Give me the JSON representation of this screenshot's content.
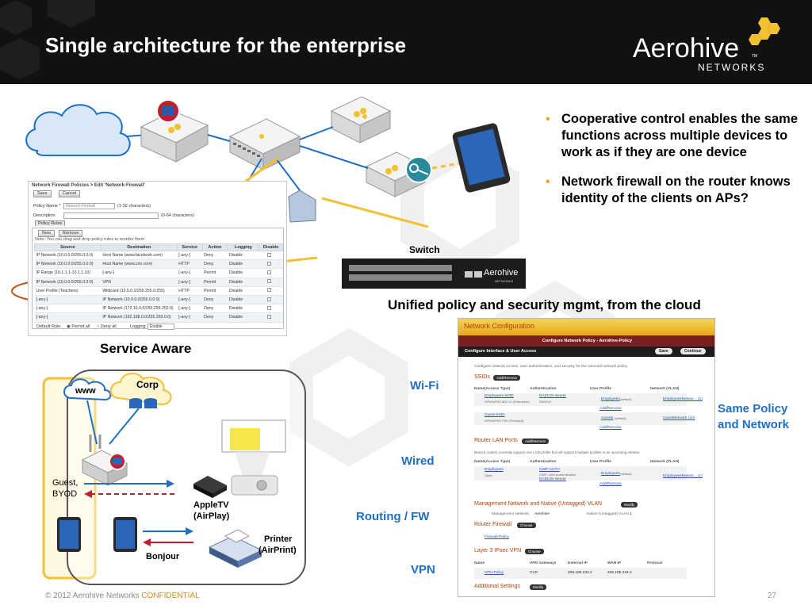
{
  "slide": {
    "title": "Single architecture for the enterprise",
    "logo_word": "Aerohive",
    "logo_sub": "NETWORKS",
    "logo_tm": "TM"
  },
  "bullets": [
    "Cooperative control enables the same functions across multiple devices to work as if they are one device",
    "Network firewall on the router knows identity of the clients on APs?"
  ],
  "labels": {
    "switch": "Switch",
    "switch_brand": "Aerohive",
    "switch_brand_sub": "NETWORKS",
    "unified": "Unified policy and security mgmt, from the cloud",
    "service_aware": "Service Aware",
    "wifi": "Wi-Fi",
    "wired": "Wired",
    "routing": "Routing / FW",
    "vpn": "VPN",
    "same_policy_1": "Same Policy",
    "same_policy_2": "and Network",
    "www": "www",
    "corp": "Corp",
    "guest_1": "Guest,",
    "guest_2": "BYOD",
    "appletv_1": "AppleTV",
    "appletv_2": "(AirPlay)",
    "printer_1": "Printer",
    "printer_2": "(AirPrint)",
    "bonjour": "Bonjour"
  },
  "firewall": {
    "title": "Network Firewall Policies > Edit 'Network-Firewall'",
    "save": "Save",
    "cancel": "Cancel",
    "policy_name_label": "Policy Name *",
    "policy_name_value": "Network-Firewall",
    "policy_name_hint": "(1-32 characters)",
    "description_label": "Description",
    "description_hint": "(0-64 characters)",
    "policy_rules_tab": "Policy Rules",
    "new": "New",
    "remove": "Remove",
    "note": "Note: You can drag and drop policy rules to reorder them",
    "columns": [
      "Source",
      "Destination",
      "Service",
      "Action",
      "Logging",
      "Disable"
    ],
    "rows": [
      [
        "IP Network (10.0.0.0/255.0.0.0)",
        "Host Name (www.facebook.com)",
        "[-any-]",
        "Deny",
        "Disable"
      ],
      [
        "IP Network (10.0.0.0/255.0.0.0)",
        "Host Name (www.cnn.com)",
        "HTTP",
        "Deny",
        "Disable"
      ],
      [
        "IP Range (10.1.1.1-10.1.1.10)",
        "[-any-]",
        "[-any-]",
        "Permit",
        "Disable"
      ],
      [
        "IP Network (10.0.0.0/255.0.0.0)",
        "VPN",
        "[-any-]",
        "Permit",
        "Disable"
      ],
      [
        "User Profile (Teachers)",
        "Wildcard (10.5.0.1/255.255.0.255)",
        "HTTP",
        "Permit",
        "Disable"
      ],
      [
        "[-any-]",
        "IP Network (10.0.0.0/255.0.0.0)",
        "[-any-]",
        "Deny",
        "Disable"
      ],
      [
        "[-any-]",
        "IP Network (172.16.0.0/255.255.252.0)",
        "[-any-]",
        "Deny",
        "Disable"
      ],
      [
        "[-any-]",
        "IP Network (192.168.0.0/255.255.0.0)",
        "[-any-]",
        "Deny",
        "Disable"
      ]
    ],
    "default_rule_label": "Default Rule:",
    "permit_all": "Permit all",
    "deny_all": "Deny all",
    "logging_label": "Logging",
    "logging_value": "Enable"
  },
  "netconf": {
    "top": "Network Configuration",
    "bar1": "Configure Network Policy - Aerohive-Policy",
    "bar2": "Configure Interface & User Access",
    "save": "Save",
    "continue": "Continue",
    "intro": "Configure network access, user authentication, and security for the selected network policy.",
    "ssids": "SSIDs",
    "add_remove": "Add/Remove",
    "col_name": "Name(Access Type)",
    "col_auth": "Authentication",
    "col_user": "User Profile",
    "col_net": "Network (VLAN)",
    "ssid1_name": "Employees-SSID",
    "ssid1_type": "WPA/WPA2 802.1X (Enterprise)",
    "ssid1_auth": "RADIUS-Server",
    "ssid1_auth_sub": "RADIUS",
    "ssid1_user": "Employees",
    "ssid1_default": "(default)",
    "ssid1_net": "EmployeesNetwor... (1)",
    "ssid2_name": "Guest-SSID",
    "ssid2_type": "WPA/WPA2 PSK (Personal)",
    "ssid2_user": "Guests",
    "ssid2_default": "(default)",
    "ssid2_net": "GuestNetwork (10)",
    "router_lan": "Router LAN Ports",
    "router_note": "Branch routers currently support one LAN profile but will support multiple profiles in an upcoming release.",
    "lan_name": "Employees",
    "lan_type": "Open",
    "lan_auth": "CWP-AUTH",
    "lan_auth_sub": "CWP: User Authentication",
    "lan_auth2": "RADIUS-Server",
    "lan_user": "Employees",
    "lan_default": "(default)",
    "lan_net": "EmployeesNetwor... (1)",
    "mgmt": "Management Network and Native (Untagged) VLAN",
    "modify": "Modify",
    "mgmt_net_label": "Management Network",
    "mgmt_net_val": "Aerohive",
    "native_label": "Native (Untagged) VLAN",
    "native_val": "1",
    "router_fw": "Router Firewall",
    "choose": "Choose",
    "fw_policy": "Firewall-Policy",
    "l3vpn": "Layer 3 IPsec VPN",
    "vpn_cols": [
      "Name",
      "VPN Gateways",
      "External IP",
      "WAN IP",
      "Protocol"
    ],
    "vpn_row": [
      "VPN-Policy",
      "CVG",
      "206.195.234.2",
      "206.195.234.2",
      ""
    ],
    "additional": "Additional Settings",
    "add_remove_link": "Add/Remove"
  },
  "footer": {
    "copyright": "© 2012 Aerohive Networks ",
    "confidential": "CONFIDENTIAL",
    "page": "27"
  },
  "colors": {
    "accent_orange": "#f5a623",
    "label_blue": "#1f6fc4",
    "arrow_yellow": "#f2c131"
  }
}
